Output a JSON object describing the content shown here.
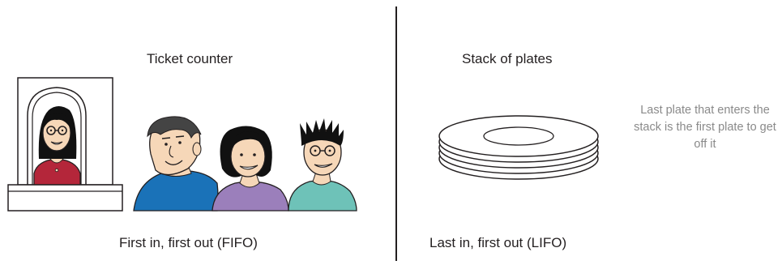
{
  "left": {
    "title": "Ticket counter",
    "caption": "First in, first out (FIFO)"
  },
  "right": {
    "title": "Stack of plates",
    "caption": "Last in, first out (LIFO)",
    "note": "Last plate that enters the stack is the first plate to get off it"
  },
  "colors": {
    "line": "#231f20",
    "note_text": "#8a8a8a",
    "clerk_shirt": "#b4263a",
    "person1_shirt": "#1a72b8",
    "person2_shirt": "#9b7fbb",
    "person3_shirt": "#6ec2b8",
    "skin": "#f6d7b8"
  }
}
